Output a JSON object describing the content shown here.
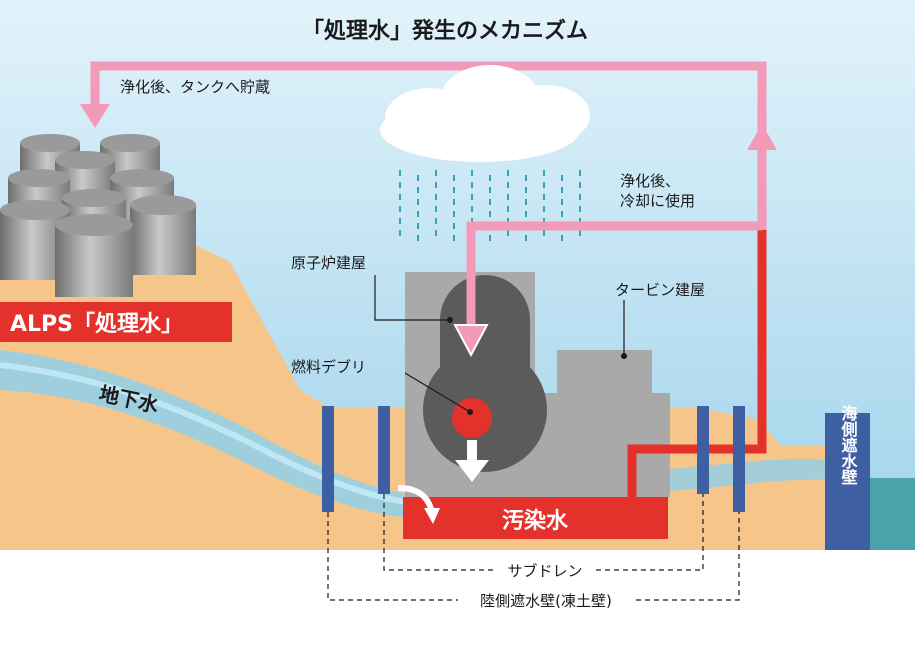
{
  "title": "「処理水」発生のメカニズム",
  "labels": {
    "storage": "浄化後、タンクへ貯蔵",
    "cooling_line1": "浄化後、",
    "cooling_line2": "冷却に使用",
    "reactor_building": "原子炉建屋",
    "turbine_building": "タービン建屋",
    "fuel_debris": "燃料デブリ",
    "alps_water": "ALPS「処理水」",
    "groundwater": "地下水",
    "contaminated_water": "汚染水",
    "subdrain": "サブドレン",
    "ice_wall": "陸側遮水壁(凍土壁)",
    "seawall": "海側遮水壁"
  },
  "colors": {
    "sky_top": "#d9eef8",
    "sky_bottom": "#a9d6ec",
    "ground": "#f6c58a",
    "water_band": "#8fd0ea",
    "pink_pipe": "#f29ab8",
    "red_pipe": "#e4312b",
    "building": "#a9a9a9",
    "reactor": "#5b5b5b",
    "wall_blue": "#3f5fa3",
    "sea": "#4aa3a8",
    "contaminated": "#e4312b",
    "alps_label": "#e4312b"
  }
}
